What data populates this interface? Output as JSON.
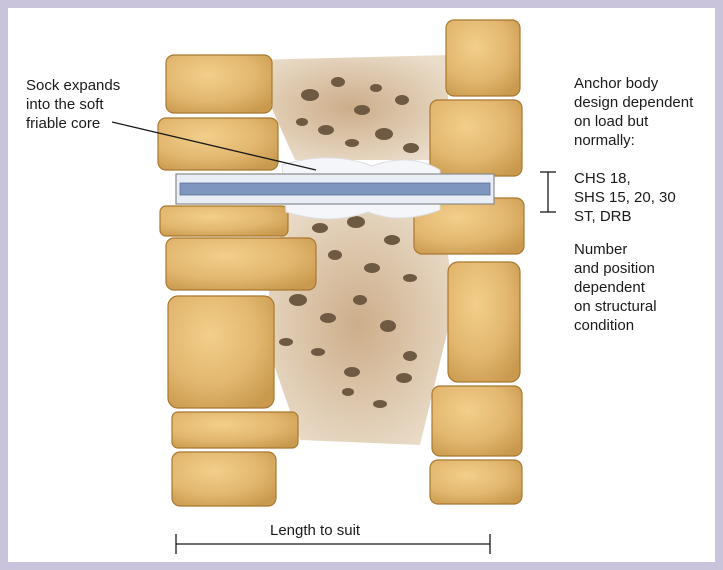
{
  "labels": {
    "sock": "Sock expands\ninto the soft\nfriable core",
    "anchor_body": "Anchor body\ndesign dependent\non load but\nnormally:",
    "anchor_types": "CHS 18,\nSHS 15, 20, 30\nST, DRB",
    "position": "Number\nand position\ndependent\non structural\ncondition",
    "length": "Length to suit"
  },
  "colors": {
    "border": "#c9c3dc",
    "stone": "#e2b66f",
    "stone_edge": "#a9782f",
    "rubble_fill": "#d3b58e",
    "rubble_stone": "#6e5a43",
    "anchor_bar": "#7f97bf",
    "sock": "#f4f6fa"
  },
  "icons": [
    "stone-block-icon",
    "rubble-core-icon",
    "anchor-bar-icon"
  ]
}
